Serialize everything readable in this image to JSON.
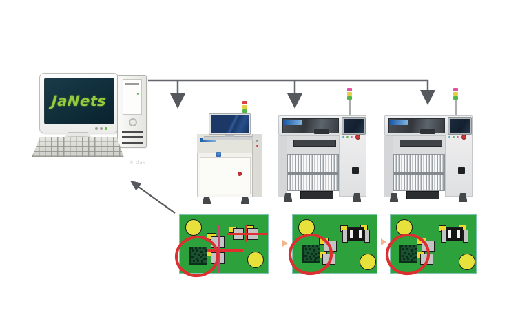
{
  "computer": {
    "screen_text": "JaNets",
    "watermark": "© clak"
  },
  "colors": {
    "connector_gray": "#63666a",
    "arrowhead_gray": "#55585c",
    "screen_text_green": "#95c93f",
    "screen_bg_dark_teal": "#11303d",
    "pcb_green": "#2da23c",
    "pcb_border_teal": "#7fc3b3",
    "fiducial_yellow": "#e7e23b",
    "pad_yellow": "#ecd92f",
    "component_gray": "#c4c4c4",
    "component_black": "#141414",
    "annotation_ring_red": "#dc2f2f",
    "print_cross_red": "#e12e2e",
    "print_cross_magenta": "#cd3f70",
    "stage_arrow_peach": "#f2b48b",
    "tower_red": "#d94242",
    "tower_pink": "#df53a0",
    "tower_yellow": "#e2cf45",
    "tower_green": "#55b44a"
  },
  "nodes": {
    "computer": "host-computer",
    "machine_1": "inspection-machine",
    "machine_2": "chip-mounter",
    "machine_3": "chip-mounter",
    "board_1": "pcb-with-print-marks",
    "board_2": "pcb-with-components",
    "board_3": "pcb-with-components"
  }
}
